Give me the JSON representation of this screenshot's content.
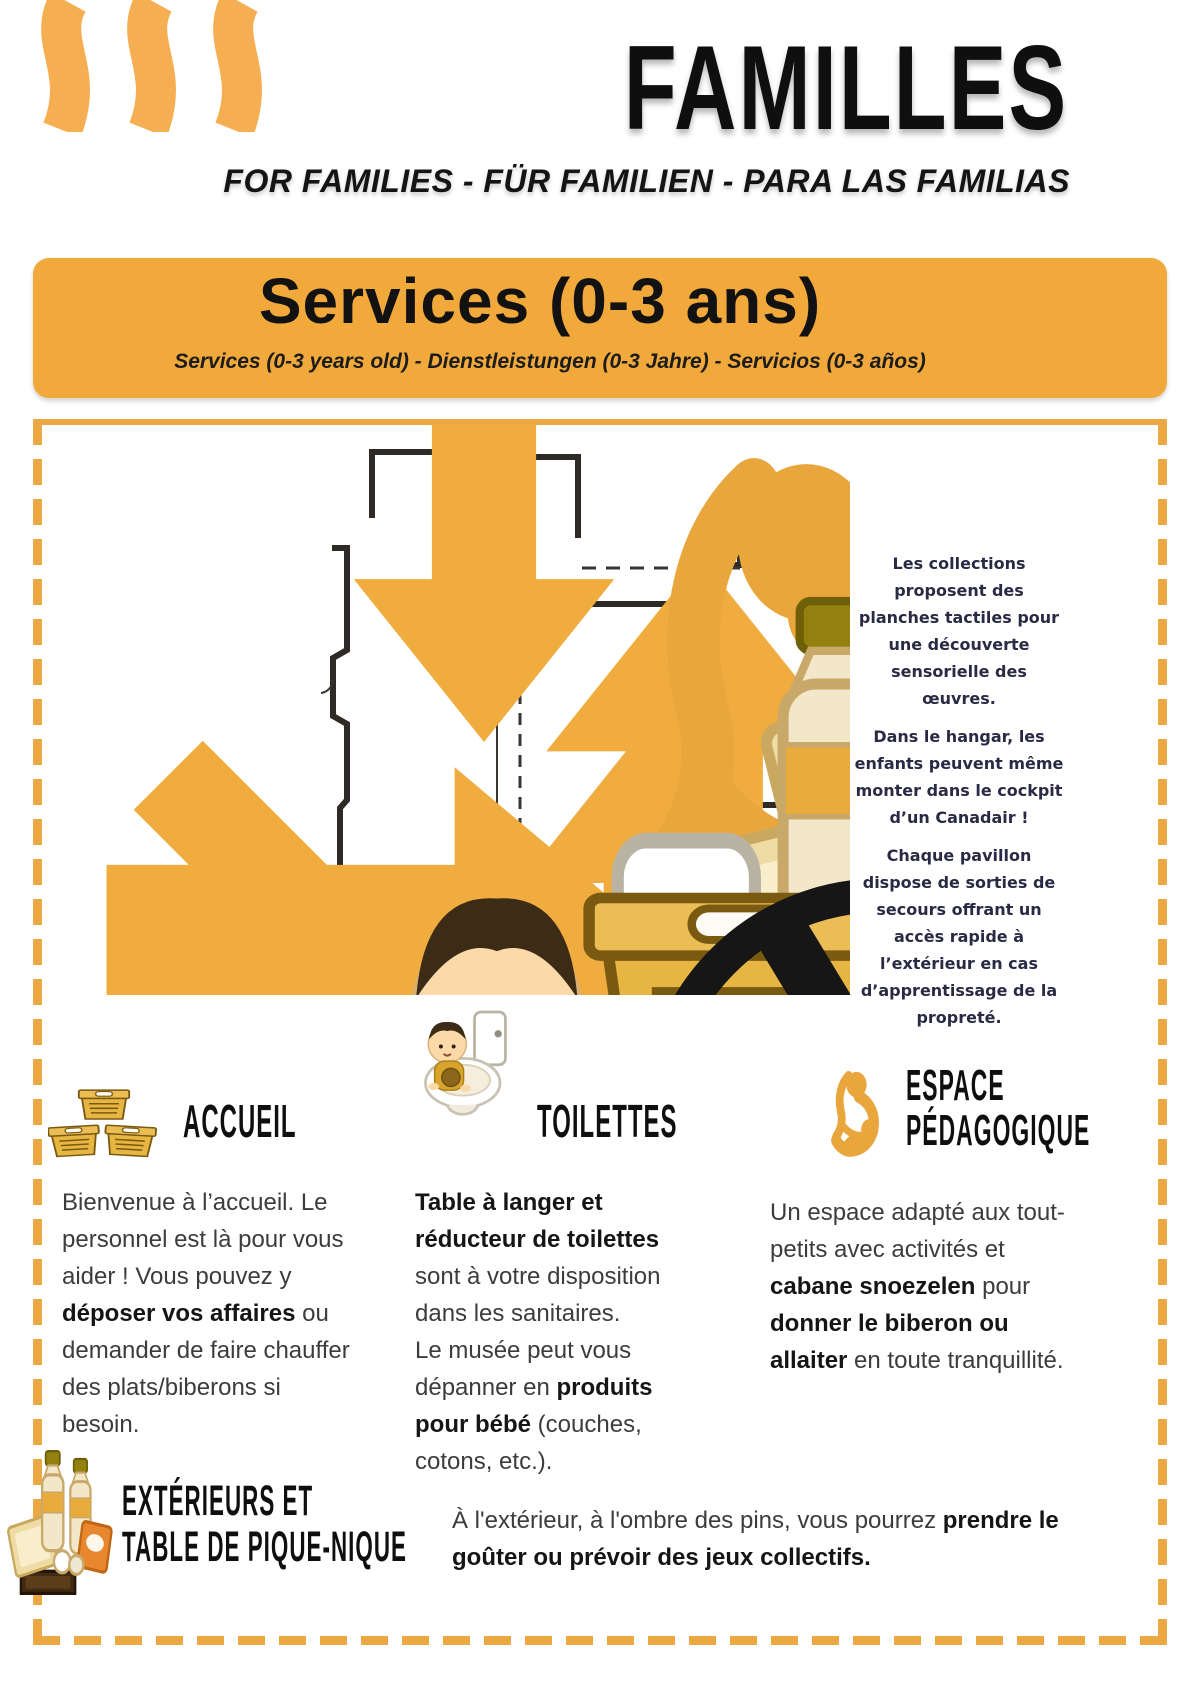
{
  "header": {
    "title": "FAMILLES",
    "subtitle": "FOR FAMILIES - FÜR FAMILIEN - PARA LAS FAMILIAS",
    "logo": "three-wavy-lines-logo"
  },
  "banner": {
    "title": "Services (0-3 ans)",
    "subtitle": "Services (0-3 years old) - Dienstleistungen (0-3 Jahre) - Servicios (0-3 años)"
  },
  "map": {
    "icons": {
      "mother": "breastfeeding-mother-icon",
      "snacks_top": "baby-bottles-and-snacks-icon",
      "snacks_middle": "baby-bottles-and-snacks-icon",
      "toilet": "baby-on-toilet-icon",
      "boxes": "storage-boxes-icon",
      "plane": "airplane-icon",
      "arrows": "direction-arrows"
    },
    "notes": {
      "p1": "Les collections proposent des planches tactiles pour une découverte sensorielle des œuvres.",
      "p2": "Dans le hangar, les enfants peuvent même monter dans le cockpit d’un Canadair !",
      "p3": "Chaque pavillon dispose de sorties de secours offrant un accès rapide à l’extérieur en cas d’apprentissage de la propreté."
    }
  },
  "sections": [
    {
      "id": "accueil",
      "title": "ACCUEIL",
      "icon": "storage-boxes-icon",
      "body": [
        {
          "t": "Bienvenue à l’accueil. Le personnel est là pour vous aider ! Vous pouvez y ",
          "b": false
        },
        {
          "t": "déposer vos affaires",
          "b": true
        },
        {
          "t": " ou demander de faire chauffer des plats/biberons si besoin.",
          "b": false
        }
      ]
    },
    {
      "id": "toilettes",
      "title": "TOILETTES",
      "icon": "baby-on-toilet-icon",
      "body": [
        {
          "t": "Table à langer et réducteur de toilettes",
          "b": true
        },
        {
          "t": " sont à votre disposition dans les sanitaires.\nLe musée peut vous dépanner en ",
          "b": false
        },
        {
          "t": "produits pour bébé",
          "b": true
        },
        {
          "t": " (couches, cotons, etc.).",
          "b": false
        }
      ]
    },
    {
      "id": "espace-pedagogique",
      "title_line1": "ESPACE",
      "title_line2": "PÉDAGOGIQUE",
      "icon": "mother-baby-icon",
      "body": [
        {
          "t": "Un espace adapté aux tout-petits avec activités et ",
          "b": false
        },
        {
          "t": "cabane snoezelen",
          "b": true
        },
        {
          "t": " pour ",
          "b": false
        },
        {
          "t": "donner le biberon ou allaiter",
          "b": true
        },
        {
          "t": " en toute tranquillité.",
          "b": false
        }
      ]
    }
  ],
  "outdoor": {
    "title_line1": "EXTÉRIEURS ET",
    "title_line2": "TABLE DE PIQUE-NIQUE",
    "icon": "picnic-bottles-snacks-icon",
    "body": [
      {
        "t": "À l'extérieur, à l'ombre des pins, vous pourrez ",
        "b": false
      },
      {
        "t": "prendre le goûter ou prévoir des jeux collectifs.",
        "b": true
      }
    ]
  },
  "colors": {
    "accent": "#F2A93B",
    "accent_light": "#F5AF52",
    "border_dash": "#EBA843",
    "gold_icon": "#E6B542",
    "wall": "#2E2A26",
    "note_text": "#2A2A44",
    "body_text": "#3C3C3C"
  }
}
